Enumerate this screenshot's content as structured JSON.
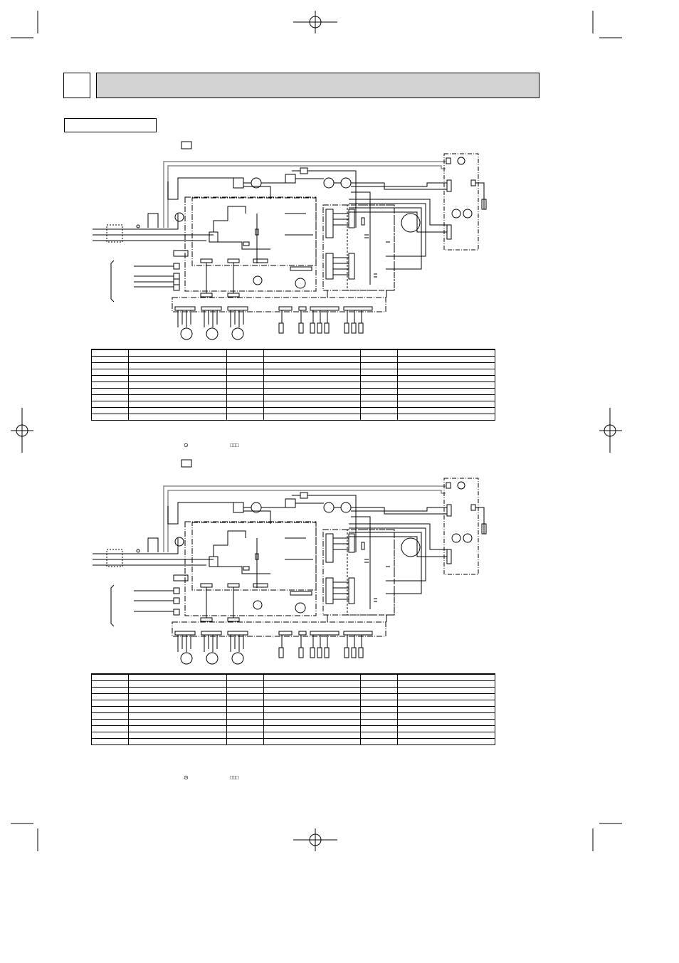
{
  "page": {
    "section_number": "",
    "section_title": "",
    "subsection_title": ""
  },
  "diagrams": [
    {
      "label_box": "",
      "table": {
        "rows": 11,
        "columns": 6
      },
      "note_symbol_circle": "⊙",
      "note_symbol_boxes": "□□□"
    },
    {
      "label_box": "",
      "table": {
        "rows": 11,
        "columns": 6
      },
      "note_symbol_circle": "⊙",
      "note_symbol_boxes": "□□□"
    }
  ],
  "colors": {
    "header_fill": "#d2d2d2",
    "line": "#000000",
    "grey_wire": "#8c8c8c"
  }
}
